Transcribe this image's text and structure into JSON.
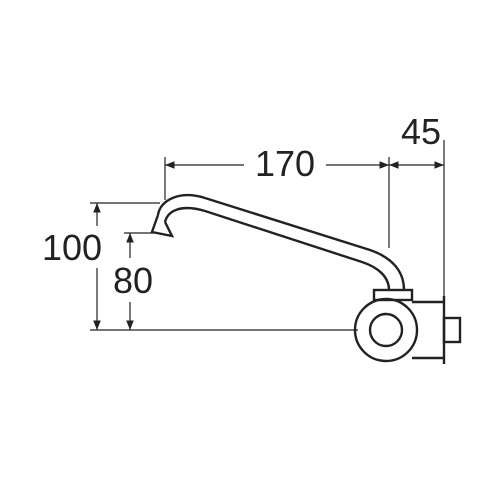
{
  "dimensions": {
    "spout_reach": "170",
    "body_depth": "45",
    "total_height": "100",
    "outlet_height": "80"
  },
  "colors": {
    "line": "#222222",
    "background": "#ffffff"
  }
}
